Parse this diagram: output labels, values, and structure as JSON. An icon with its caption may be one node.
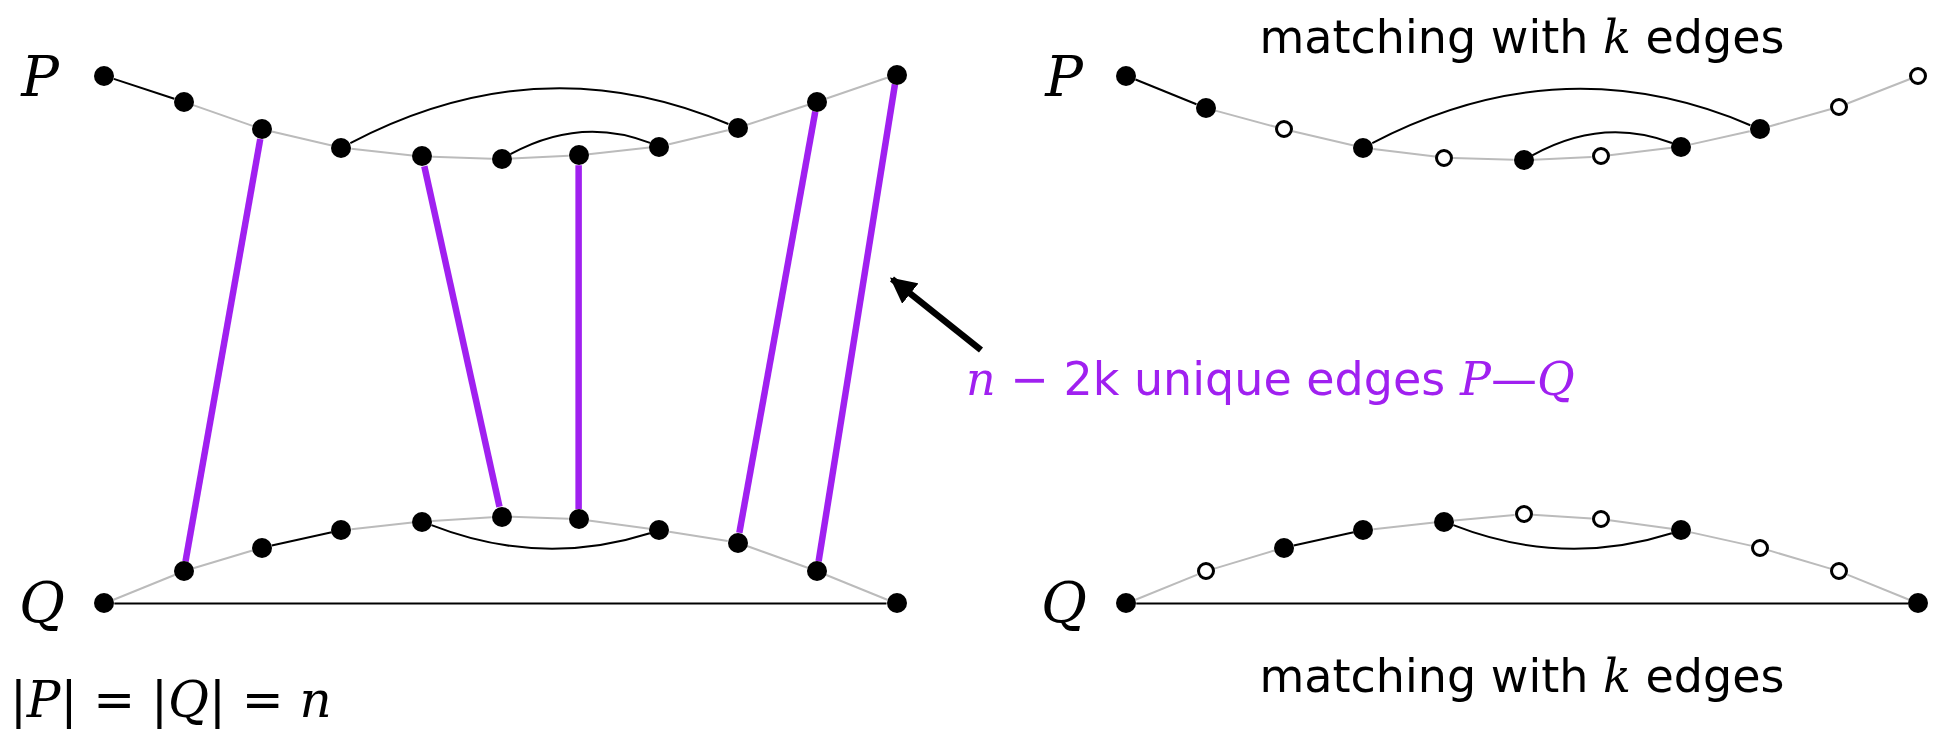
{
  "diagram": {
    "nodes": [
      {
        "text": [],
        "shape": "dot"
      },
      {
        "text": [],
        "shape": "dot"
      },
      {
        "text": [],
        "shape": "dot"
      },
      {
        "text": [],
        "shape": "dot"
      },
      {
        "text": [],
        "shape": "dot"
      },
      {
        "text": [],
        "shape": "dot"
      },
      {
        "text": [],
        "shape": "dot"
      },
      {
        "text": [],
        "shape": "dot"
      },
      {
        "text": [],
        "shape": "dot"
      },
      {
        "text": [],
        "shape": "dot"
      },
      {
        "text": [],
        "shape": "dot"
      },
      {
        "text": [],
        "shape": "dot"
      },
      {
        "text": [],
        "shape": "dot"
      },
      {
        "text": [],
        "shape": "dot"
      },
      {
        "text": [],
        "shape": "dot"
      },
      {
        "text": [],
        "shape": "dot"
      },
      {
        "text": [],
        "shape": "dot"
      },
      {
        "text": [],
        "shape": "dot"
      },
      {
        "text": [],
        "shape": "dot"
      },
      {
        "text": [],
        "shape": "dot"
      },
      {
        "text": [],
        "shape": "dot"
      },
      {
        "text": [],
        "shape": "dot"
      },
      {
        "text": [],
        "shape": "dot"
      },
      {
        "text": [],
        "shape": "dot"
      },
      {
        "text": [],
        "shape": "circle"
      },
      {
        "text": [],
        "shape": "dot"
      },
      {
        "text": [],
        "shape": "circle"
      },
      {
        "text": [],
        "shape": "dot"
      },
      {
        "text": [],
        "shape": "circle"
      },
      {
        "text": [],
        "shape": "dot"
      },
      {
        "text": [],
        "shape": "dot"
      },
      {
        "text": [],
        "shape": "circle"
      },
      {
        "text": [],
        "shape": "circle"
      },
      {
        "text": [],
        "shape": "dot"
      },
      {
        "text": [],
        "shape": "circle"
      },
      {
        "text": [],
        "shape": "dot"
      },
      {
        "text": [],
        "shape": "dot"
      },
      {
        "text": [],
        "shape": "dot"
      },
      {
        "text": [],
        "shape": "circle"
      },
      {
        "text": [],
        "shape": "circle"
      },
      {
        "text": [],
        "shape": "dot"
      },
      {
        "text": [],
        "shape": "circle"
      },
      {
        "text": [],
        "shape": "circle"
      },
      {
        "text": [],
        "shape": "dot"
      },
      {
        "text": [
          "*n* − 2k unique edges *P*—*Q*"
        ]
      }
    ],
    "edges": [
      {
        "from": 1,
        "to": 2,
        "arrow": "none"
      },
      {
        "from": 2,
        "to": 3,
        "arrow": "none"
      },
      {
        "from": 3,
        "to": 4,
        "arrow": "none"
      },
      {
        "from": 4,
        "to": 5,
        "arrow": "none"
      },
      {
        "from": 5,
        "to": 6,
        "arrow": "none"
      },
      {
        "from": 6,
        "to": 7,
        "arrow": "none"
      },
      {
        "from": 7,
        "to": 8,
        "arrow": "none"
      },
      {
        "from": 8,
        "to": 9,
        "arrow": "none"
      },
      {
        "from": 9,
        "to": 10,
        "arrow": "none"
      },
      {
        "from": 11,
        "to": 12,
        "arrow": "none"
      },
      {
        "from": 12,
        "to": 13,
        "arrow": "none"
      },
      {
        "from": 14,
        "to": 15,
        "arrow": "none"
      },
      {
        "from": 15,
        "to": 16,
        "arrow": "none"
      },
      {
        "from": 16,
        "to": 17,
        "arrow": "none"
      },
      {
        "from": 17,
        "to": 18,
        "arrow": "none"
      },
      {
        "from": 18,
        "to": 19,
        "arrow": "none"
      },
      {
        "from": 19,
        "to": 20,
        "arrow": "none"
      },
      {
        "from": 20,
        "to": 21,
        "arrow": "none"
      },
      {
        "from": 23,
        "to": 24,
        "arrow": "none"
      },
      {
        "from": 24,
        "to": 25,
        "arrow": "none"
      },
      {
        "from": 25,
        "to": 26,
        "arrow": "none"
      },
      {
        "from": 26,
        "to": 27,
        "arrow": "none"
      },
      {
        "from": 27,
        "to": 28,
        "arrow": "none"
      },
      {
        "from": 28,
        "to": 29,
        "arrow": "none"
      },
      {
        "from": 29,
        "to": 30,
        "arrow": "none"
      },
      {
        "from": 30,
        "to": 31,
        "arrow": "none"
      },
      {
        "from": 31,
        "to": 32,
        "arrow": "none"
      },
      {
        "from": 33,
        "to": 34,
        "arrow": "none"
      },
      {
        "from": 34,
        "to": 35,
        "arrow": "none"
      },
      {
        "from": 36,
        "to": 37,
        "arrow": "none"
      },
      {
        "from": 37,
        "to": 38,
        "arrow": "none"
      },
      {
        "from": 38,
        "to": 39,
        "arrow": "none"
      },
      {
        "from": 39,
        "to": 40,
        "arrow": "none"
      },
      {
        "from": 40,
        "to": 41,
        "arrow": "none"
      },
      {
        "from": 41,
        "to": 42,
        "arrow": "none"
      },
      {
        "from": 42,
        "to": 43,
        "arrow": "none"
      },
      {
        "from": 0,
        "to": 1,
        "arrow": "none",
        "color": "#000000"
      },
      {
        "from": 3,
        "to": 8,
        "arrow": "none",
        "color": "#000000"
      },
      {
        "from": 5,
        "to": 7,
        "arrow": "none",
        "color": "#000000"
      },
      {
        "from": 13,
        "to": 14,
        "arrow": "none",
        "color": "#000000"
      },
      {
        "from": 15,
        "to": 18,
        "arrow": "none",
        "color": "#000000"
      },
      {
        "from": 11,
        "to": 21,
        "arrow": "none",
        "color": "#000000"
      },
      {
        "from": 22,
        "to": 23,
        "arrow": "none",
        "color": "#000000"
      },
      {
        "from": 25,
        "to": 30,
        "arrow": "none",
        "color": "#000000"
      },
      {
        "from": 27,
        "to": 29,
        "arrow": "none",
        "color": "#000000"
      },
      {
        "from": 35,
        "to": 36,
        "arrow": "none",
        "color": "#000000"
      },
      {
        "from": 37,
        "to": 40,
        "arrow": "none",
        "color": "#000000"
      },
      {
        "from": 33,
        "to": 43,
        "arrow": "none",
        "color": "#000000"
      },
      {
        "from": 2,
        "to": 12,
        "arrow": "none",
        "style": "thick",
        "color": "#a020f0"
      },
      {
        "from": 4,
        "to": 16,
        "arrow": "none",
        "style": "thick",
        "color": "#a020f0"
      },
      {
        "from": 6,
        "to": 17,
        "arrow": "none",
        "style": "thick",
        "color": "#a020f0"
      },
      {
        "from": 9,
        "to": 19,
        "arrow": "none",
        "style": "thick",
        "color": "#a020f0"
      },
      {
        "from": 10,
        "to": 20,
        "arrow": "none",
        "style": "thick",
        "color": "#a020f0"
      },
      {
        "from": 44,
        "to": null,
        "arrow": "to",
        "style": "thick",
        "color": "#000000"
      }
    ],
    "labels": [
      "P",
      "matching with *k* edges",
      "P",
      "Q",
      "Q",
      "matching with *k* edges",
      "|*P*| = |*Q*| = *n*"
    ]
  }
}
